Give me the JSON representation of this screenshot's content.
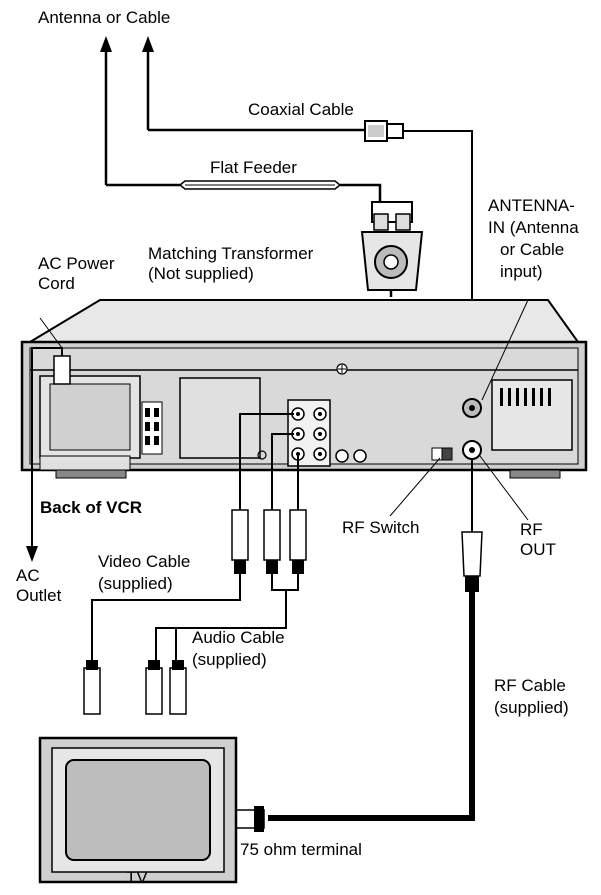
{
  "labels": {
    "antenna_or_cable": "Antenna or Cable",
    "coaxial_cable": "Coaxial Cable",
    "flat_feeder": "Flat Feeder",
    "matching_transformer_1": "Matching Transformer",
    "matching_transformer_2": "(Not supplied)",
    "antenna_in_1": "ANTENNA-",
    "antenna_in_2": "IN (Antenna",
    "antenna_in_3": "or Cable",
    "antenna_in_4": "input)",
    "ac_power_cord_1": "AC Power",
    "ac_power_cord_2": "Cord",
    "back_of_vcr": "Back of VCR",
    "rf_switch": "RF Switch",
    "rf_out_1": "RF",
    "rf_out_2": "OUT",
    "ac_outlet_1": "AC",
    "ac_outlet_2": "Outlet",
    "video_cable_1": "Video Cable",
    "video_cable_2": "(supplied)",
    "audio_cable_1": "Audio Cable",
    "audio_cable_2": "(supplied)",
    "rf_cable_1": "RF Cable",
    "rf_cable_2": "(supplied)",
    "terminal_75_ohm": "75 ohm terminal",
    "tv": "TV"
  }
}
